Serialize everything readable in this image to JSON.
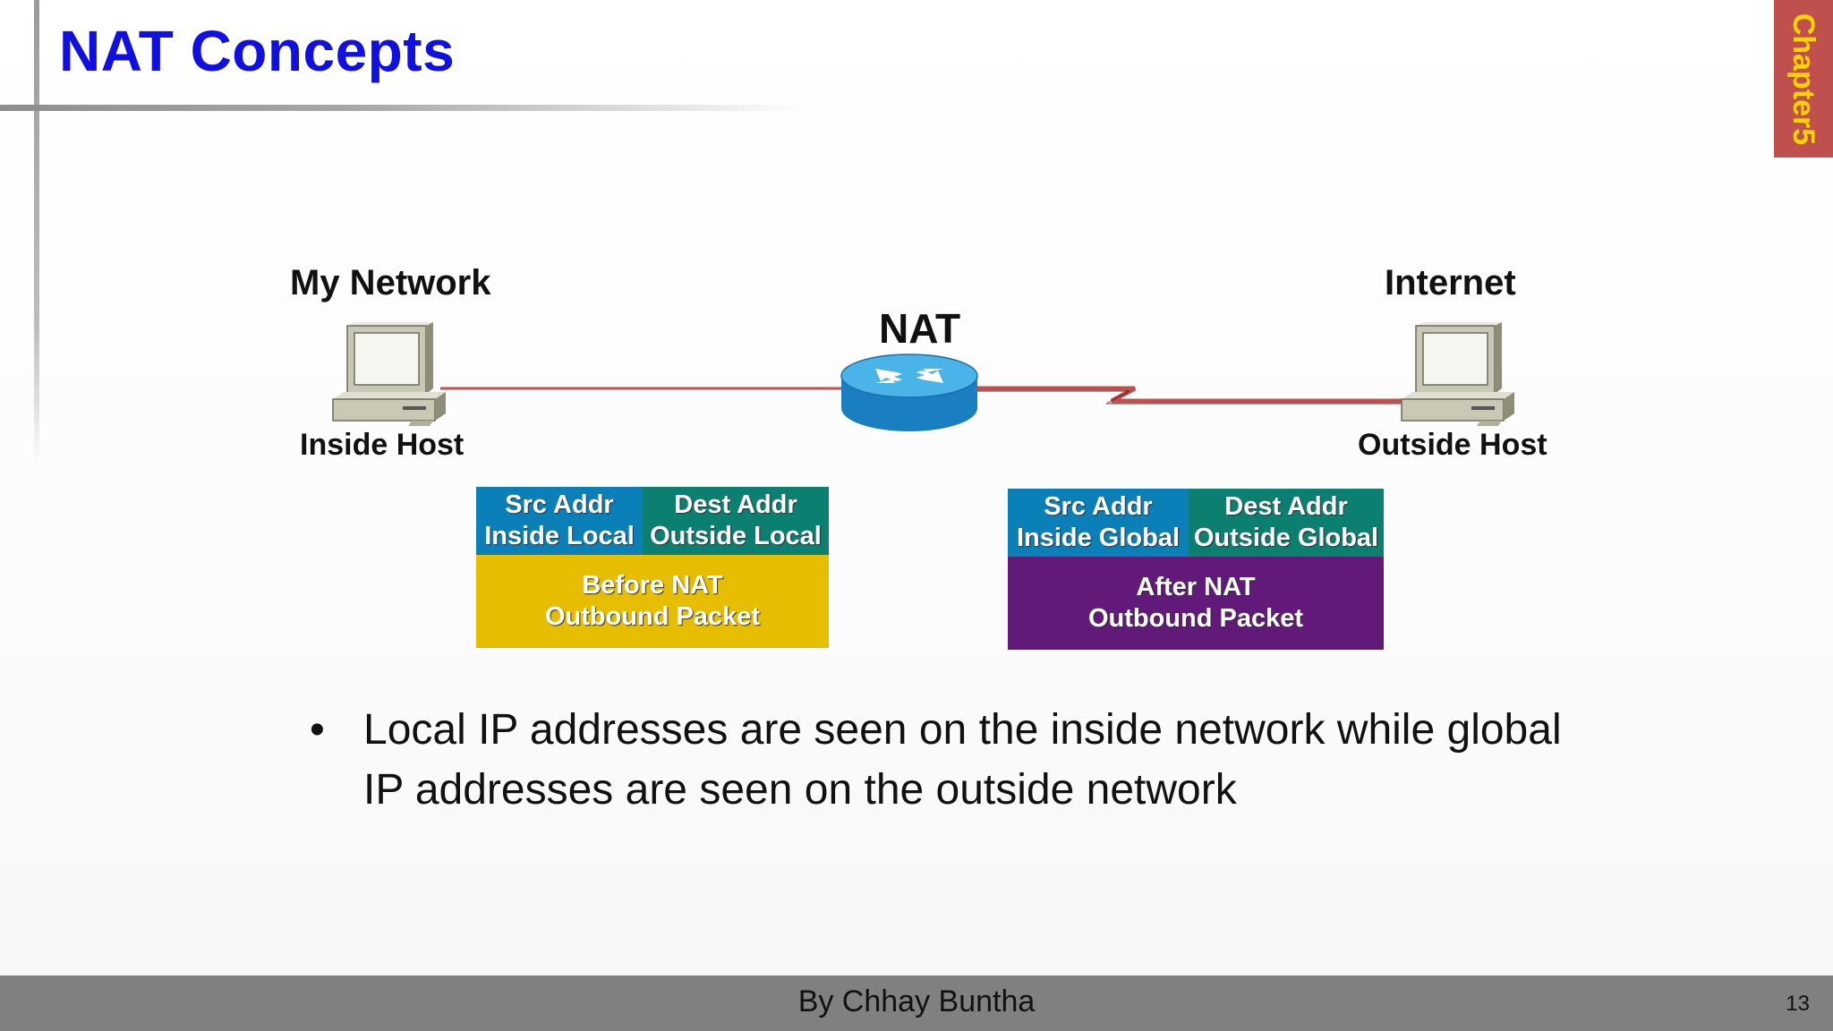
{
  "slide": {
    "title": "NAT Concepts",
    "chapter_tab": "Chapter5"
  },
  "diagram": {
    "my_network": "My Network",
    "internet": "Internet",
    "nat": "NAT",
    "inside_host": "Inside Host",
    "outside_host": "Outside Host",
    "before_packet": {
      "src_header": "Src Addr",
      "src_value": "Inside Local",
      "dest_header": "Dest Addr",
      "dest_value": "Outside Local",
      "caption_line1": "Before NAT",
      "caption_line2": "Outbound Packet"
    },
    "after_packet": {
      "src_header": "Src Addr",
      "src_value": "Inside Global",
      "dest_header": "Dest Addr",
      "dest_value": "Outside Global",
      "caption_line1": "After NAT",
      "caption_line2": "Outbound Packet"
    },
    "colors": {
      "src_cell": "#0a7fb8",
      "dest_cell": "#0b7f70",
      "before_caption": "#e6bd00",
      "after_caption": "#621a7a",
      "link": "#c0504d"
    }
  },
  "bullet": "Local IP addresses are seen on the inside network while global IP addresses are seen on the outside network",
  "footer": {
    "author": "By Chhay Buntha",
    "page_number": "13"
  }
}
